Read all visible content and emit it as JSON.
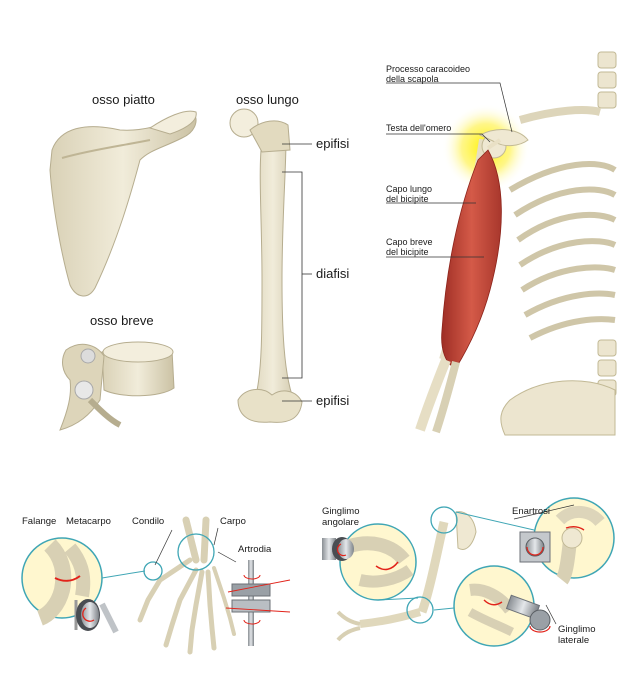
{
  "bone_types": {
    "flat": "osso piatto",
    "long": "osso lungo",
    "short": "osso breve",
    "epiphysis_top": "epifisi",
    "diaphysis": "diafisi",
    "epiphysis_bottom": "epifisi"
  },
  "biceps": {
    "coracoid_1": "Processo caracoideo",
    "coracoid_2": "della scapola",
    "humeral_head": "Testa dell'omero",
    "long_head_1": "Capo lungo",
    "long_head_2": "del bicipite",
    "short_head_1": "Capo breve",
    "short_head_2": "del bicipite"
  },
  "joints_hand": {
    "phalanx": "Falange",
    "metacarpus": "Metacarpo",
    "condyle": "Condilo",
    "carpus": "Carpo",
    "arthrodia": "Artrodia"
  },
  "joints_arm": {
    "hinge_1": "Ginglimo",
    "hinge_2": "angolare",
    "enarthrosis": "Enartrosi",
    "lateral_1": "Ginglimo",
    "lateral_2": "laterale"
  },
  "colors": {
    "bone": "#ece5cf",
    "bone_shade": "#cfc6a8",
    "muscle": "#c9463a",
    "glow": "#fff200",
    "callout": "#3fa6b5",
    "joint_red": "#e2231a"
  }
}
